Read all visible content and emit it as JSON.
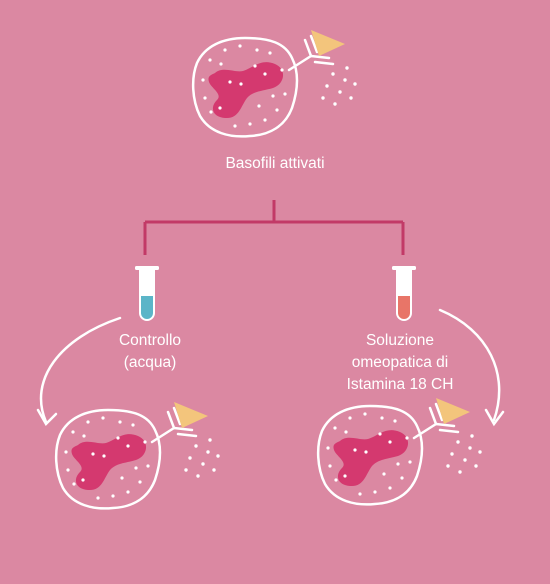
{
  "labels": {
    "activated": "Basofili attivati",
    "control": "Controllo\n(acqua)",
    "solution": "Soluzione\nomeopatica di\nIstamina 18 CH"
  },
  "colors": {
    "background": "#db88a2",
    "nucleus": "#d4396f",
    "line": "#c23a67",
    "antigen": "#f3c57c",
    "tube_blue": "#5bb5c8",
    "tube_red": "#e87568",
    "white": "#ffffff"
  }
}
